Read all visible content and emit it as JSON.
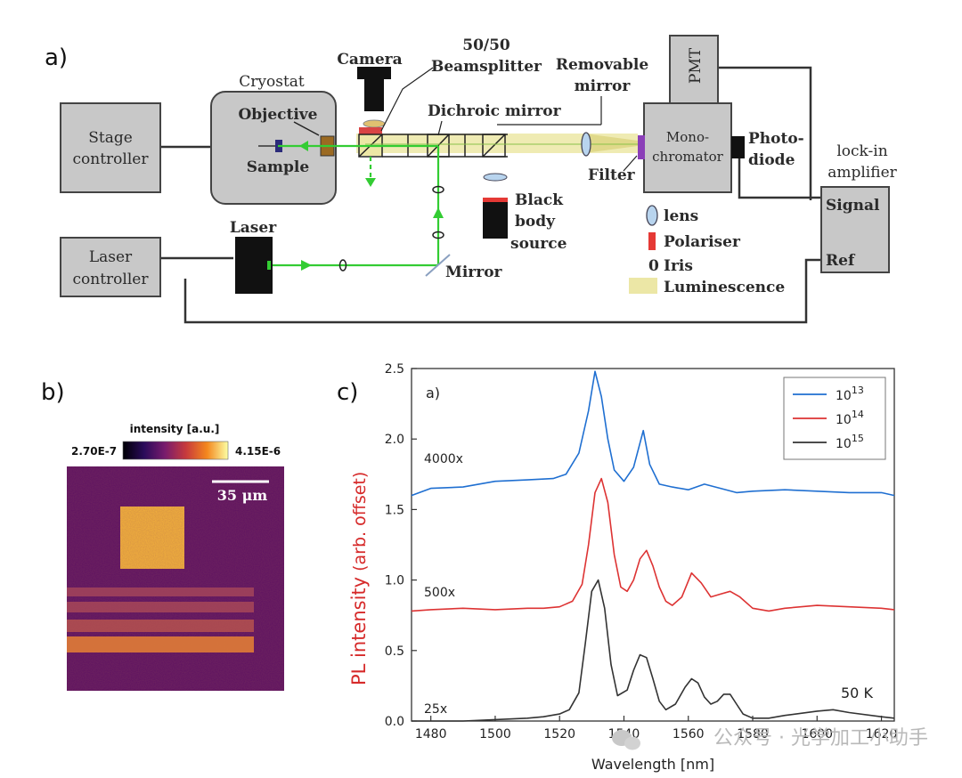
{
  "panel_labels": {
    "a": "a)",
    "b": "b)",
    "c": "c)"
  },
  "setup": {
    "stage_controller": [
      "Stage",
      "controller"
    ],
    "cryostat": "Cryostat",
    "objective": "Objective",
    "sample": "Sample",
    "camera": "Camera",
    "beamsplitter": [
      "50/50",
      "Beamsplitter"
    ],
    "removable_mirror": [
      "Removable",
      "mirror"
    ],
    "dichroic": "Dichroic mirror",
    "pmt": "PMT",
    "monochromator": [
      "Mono-",
      "chromator"
    ],
    "photodiode": [
      "Photo-",
      "diode"
    ],
    "lockin": [
      "lock-in",
      "amplifier"
    ],
    "signal": "Signal",
    "ref": "Ref",
    "filter": "Filter",
    "blackbody": [
      "Black",
      "body",
      "source"
    ],
    "laser": "Laser",
    "laser_controller": [
      "Laser",
      "controller"
    ],
    "mirror": "Mirror",
    "legend": {
      "lens": "lens",
      "polariser": "Polariser",
      "iris_symbol": "0",
      "iris": "Iris",
      "luminescence": "Luminescence"
    }
  },
  "map": {
    "colorbar_title": "intensity [a.u.]",
    "min_label": "2.70E-7",
    "max_label": "4.15E-6",
    "scalebar": "35 μm"
  },
  "chart_data": {
    "type": "line",
    "inner_label": "a)",
    "xlabel": "Wavelength [nm]",
    "ylabel_main": "PL intensity",
    "ylabel_suffix": "(arb. offset)",
    "xlim": [
      1474,
      1624
    ],
    "ylim": [
      0,
      2.5
    ],
    "xticks": [
      1480,
      1500,
      1520,
      1540,
      1560,
      1580,
      1600,
      1620
    ],
    "yticks": [
      0.0,
      0.5,
      1.0,
      1.5,
      2.0,
      2.5
    ],
    "ytick_labels": [
      "0.0",
      "0.5",
      "1.0",
      "1.5",
      "2.0",
      "2.5"
    ],
    "temperature": "50 K",
    "series": [
      {
        "name_base": "10",
        "name_exp": "13",
        "scale": "4000x",
        "color": "#1f6fd1",
        "x": [
          1474,
          1480,
          1490,
          1500,
          1510,
          1518,
          1522,
          1526,
          1529,
          1531,
          1533,
          1535,
          1537,
          1540,
          1543,
          1546,
          1548,
          1551,
          1555,
          1560,
          1565,
          1570,
          1575,
          1580,
          1590,
          1600,
          1610,
          1620,
          1624
        ],
        "y": [
          1.6,
          1.65,
          1.66,
          1.7,
          1.71,
          1.72,
          1.75,
          1.9,
          2.2,
          2.48,
          2.3,
          2.0,
          1.78,
          1.7,
          1.8,
          2.06,
          1.82,
          1.68,
          1.66,
          1.64,
          1.68,
          1.65,
          1.62,
          1.63,
          1.64,
          1.63,
          1.62,
          1.62,
          1.6
        ]
      },
      {
        "name_base": "10",
        "name_exp": "14",
        "scale": "500x",
        "color": "#dd3333",
        "x": [
          1474,
          1480,
          1490,
          1500,
          1510,
          1515,
          1520,
          1524,
          1527,
          1529,
          1531,
          1533,
          1535,
          1537,
          1539,
          1541,
          1543,
          1545,
          1547,
          1549,
          1551,
          1553,
          1555,
          1558,
          1561,
          1564,
          1567,
          1570,
          1573,
          1576,
          1580,
          1585,
          1590,
          1600,
          1610,
          1620,
          1624
        ],
        "y": [
          0.78,
          0.79,
          0.8,
          0.79,
          0.8,
          0.8,
          0.81,
          0.85,
          0.97,
          1.25,
          1.62,
          1.72,
          1.55,
          1.18,
          0.95,
          0.92,
          1.0,
          1.15,
          1.21,
          1.1,
          0.95,
          0.85,
          0.82,
          0.88,
          1.05,
          0.98,
          0.88,
          0.9,
          0.92,
          0.88,
          0.8,
          0.78,
          0.8,
          0.82,
          0.81,
          0.8,
          0.79
        ]
      },
      {
        "name_base": "10",
        "name_exp": "15",
        "scale": "25x",
        "color": "#333333",
        "x": [
          1474,
          1480,
          1490,
          1500,
          1510,
          1515,
          1520,
          1523,
          1526,
          1528,
          1530,
          1532,
          1534,
          1536,
          1538,
          1541,
          1543,
          1545,
          1547,
          1549,
          1551,
          1553,
          1556,
          1559,
          1561,
          1563,
          1565,
          1567,
          1569,
          1571,
          1573,
          1575,
          1577,
          1580,
          1585,
          1590,
          1600,
          1605,
          1610,
          1620,
          1624
        ],
        "y": [
          0.0,
          0.0,
          0.0,
          0.01,
          0.02,
          0.03,
          0.05,
          0.08,
          0.2,
          0.55,
          0.92,
          1.0,
          0.8,
          0.4,
          0.18,
          0.22,
          0.36,
          0.47,
          0.45,
          0.3,
          0.14,
          0.08,
          0.12,
          0.24,
          0.3,
          0.27,
          0.17,
          0.12,
          0.14,
          0.19,
          0.19,
          0.12,
          0.05,
          0.02,
          0.02,
          0.04,
          0.07,
          0.08,
          0.06,
          0.03,
          0.02
        ]
      }
    ]
  },
  "watermark": "公众号 · 光学加工小助手"
}
